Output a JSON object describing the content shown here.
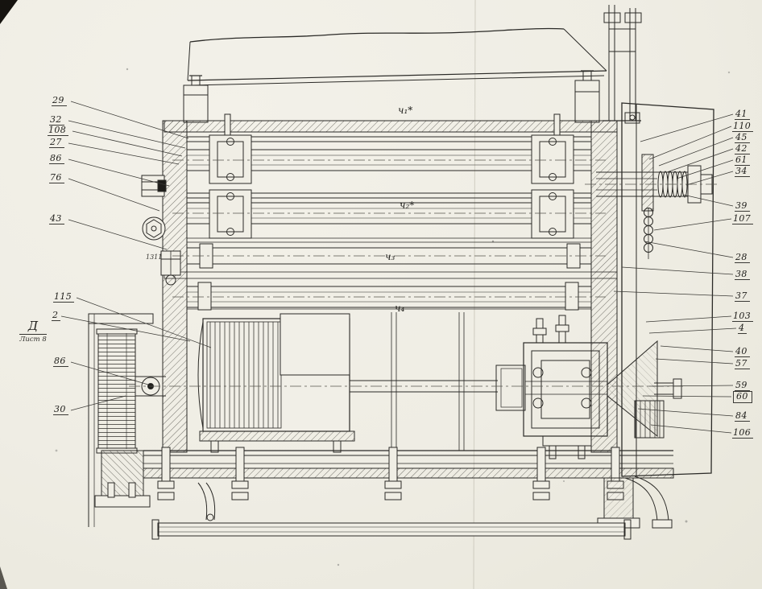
{
  "drawing": {
    "view_letter": "Д",
    "sheet_ref": "Лист 8",
    "stamp": "1311"
  },
  "roller_labels": {
    "r1": "ч₁*",
    "r2": "ч₂*",
    "r3": "ч₃",
    "r4": "ч₄"
  },
  "callouts": {
    "left": [
      {
        "label": "29"
      },
      {
        "label": "32"
      },
      {
        "label": "108"
      },
      {
        "label": "27"
      },
      {
        "label": "86"
      },
      {
        "label": "76"
      },
      {
        "label": "43"
      },
      {
        "label": "115"
      },
      {
        "label": "2"
      },
      {
        "label": "86"
      },
      {
        "label": "30"
      }
    ],
    "right": [
      {
        "label": "41"
      },
      {
        "label": "110"
      },
      {
        "label": "45"
      },
      {
        "label": "42"
      },
      {
        "label": "61"
      },
      {
        "label": "34"
      },
      {
        "label": "39"
      },
      {
        "label": "107"
      },
      {
        "label": "28"
      },
      {
        "label": "38"
      },
      {
        "label": "37"
      },
      {
        "label": "103"
      },
      {
        "label": "4"
      },
      {
        "label": "40"
      },
      {
        "label": "57"
      },
      {
        "label": "59"
      },
      {
        "label": "60"
      },
      {
        "label": "84"
      },
      {
        "label": "106"
      }
    ]
  },
  "colors": {
    "paper": "#f0eee5",
    "ink": "#2b2a27"
  }
}
